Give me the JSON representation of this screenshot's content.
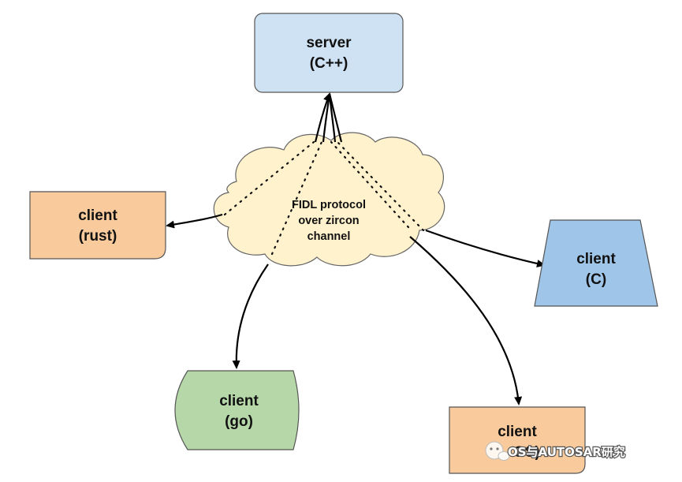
{
  "colors": {
    "server": "#cfe2f3",
    "rust": "#f9cb9c",
    "c": "#9fc5e8",
    "go": "#b6d7a8",
    "other": "#f9cb9c",
    "cloud": "#fff2cc",
    "stroke": "#000000"
  },
  "cloud": {
    "line1": "FIDL protocol",
    "line2": "over zircon",
    "line3": "channel"
  },
  "nodes": {
    "server": {
      "line1": "server",
      "line2": "(C++)"
    },
    "rust": {
      "line1": "client",
      "line2": "(rust)"
    },
    "c": {
      "line1": "client",
      "line2": "(C)"
    },
    "go": {
      "line1": "client",
      "line2": "(go)"
    },
    "other": {
      "line1": "client",
      "line2": "OS)"
    }
  },
  "watermark": {
    "text": "OS与AUTOSAR研究",
    "icon": "wechat-icon"
  }
}
